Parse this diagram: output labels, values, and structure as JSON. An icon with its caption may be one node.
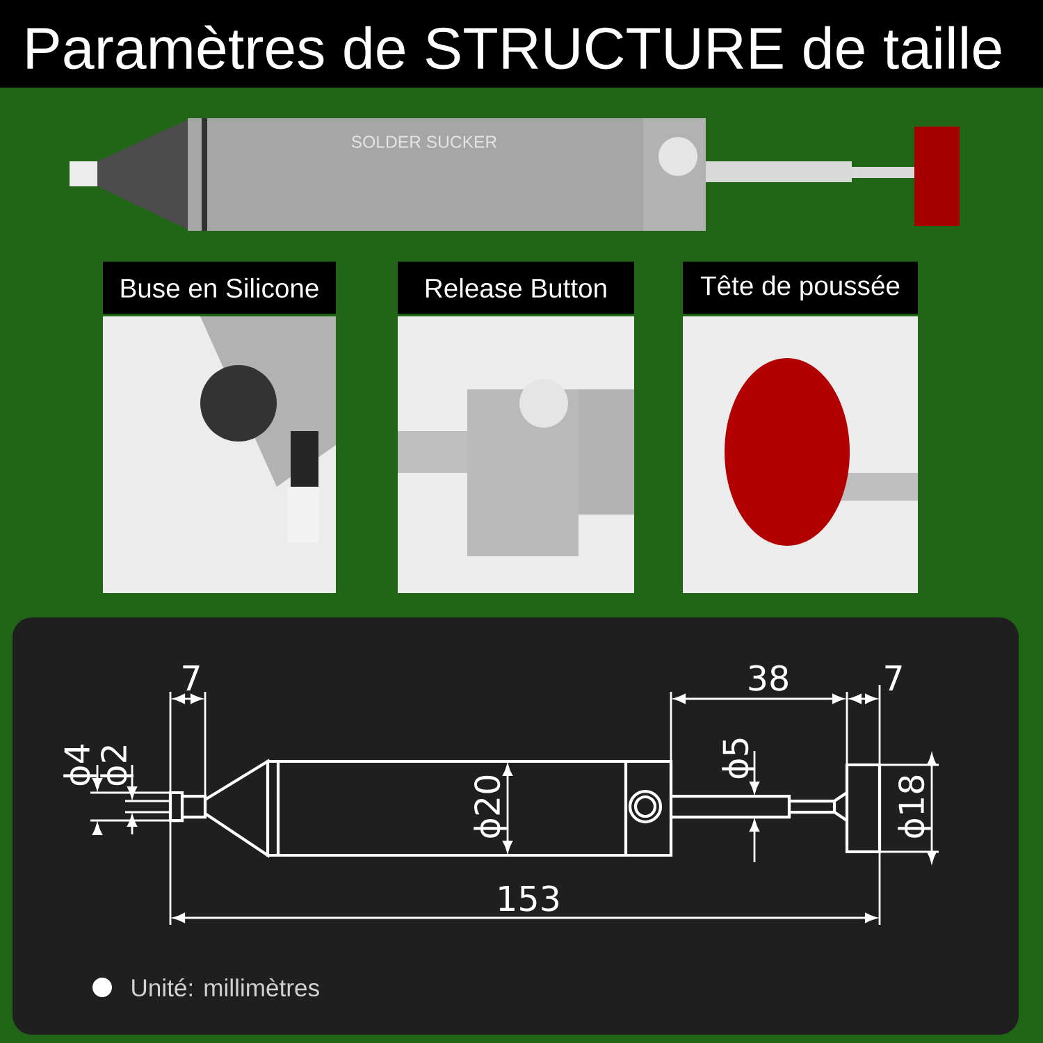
{
  "diagram": {
    "title": "Paramètres de STRUCTURE de taille",
    "nodes": [
      {
        "text": [
          "Buse en Silicone"
        ]
      },
      {
        "text": [
          "Release Button"
        ]
      },
      {
        "text": [
          "Tête de poussée"
        ]
      }
    ],
    "labels": [
      "SOLDER SUCKER",
      "7",
      "38",
      "7",
      "ϕ4",
      "ϕ2",
      "ϕ5",
      "ϕ20",
      "ϕ18",
      "153"
    ],
    "legend": [
      {
        "text": "Unité: millimètres",
        "color": "#ffffff"
      }
    ]
  }
}
